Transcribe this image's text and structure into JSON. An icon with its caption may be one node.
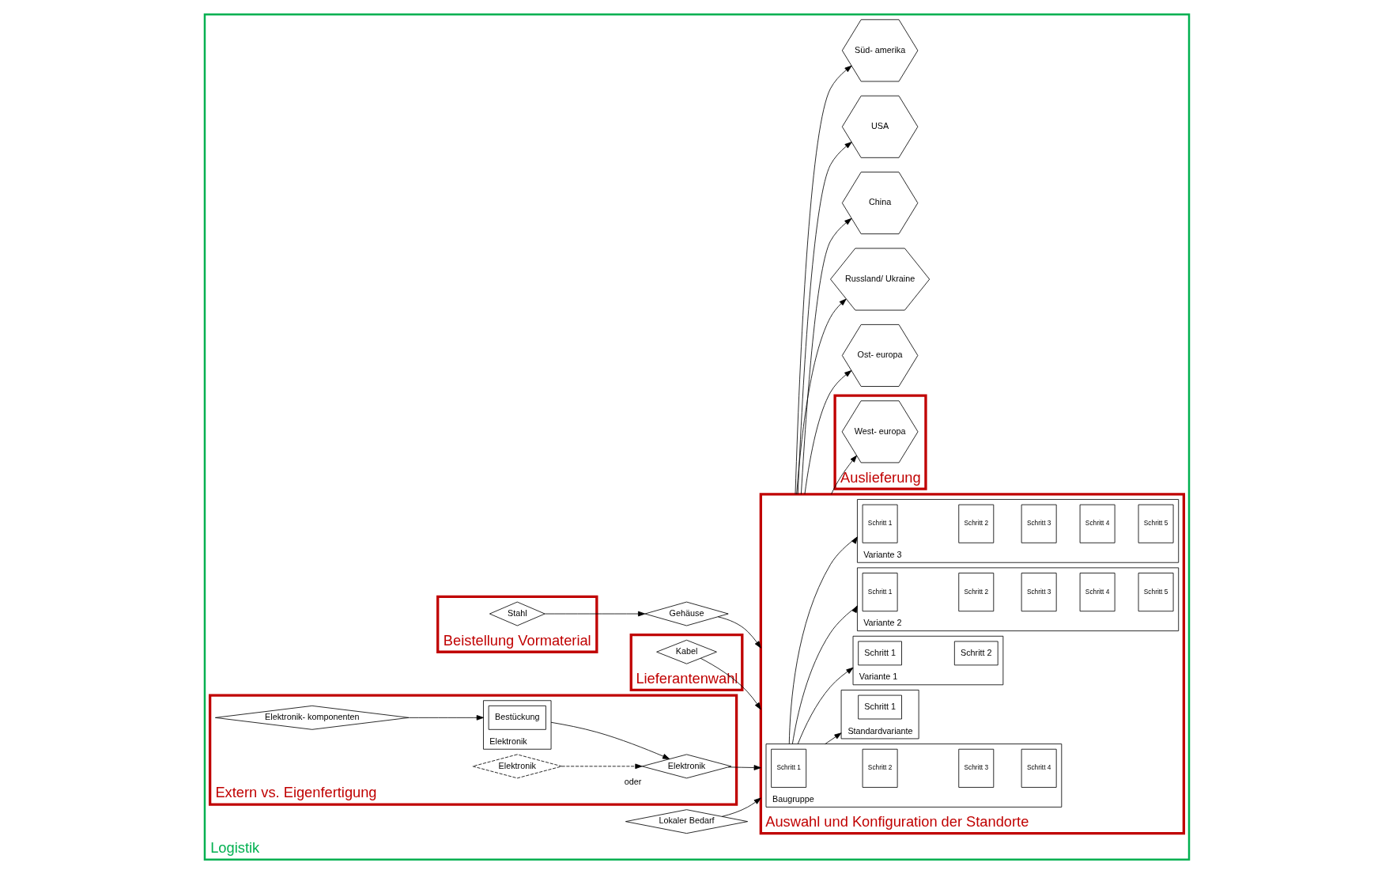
{
  "diagram": {
    "nodes": [
      {
        "text": [
          "Logistik"
        ]
      },
      {
        "text": [
          "Beistellung Vormaterial"
        ],
        "in": 0
      },
      {
        "text": [
          "Stahl"
        ],
        "in": 1
      },
      {
        "text": [
          "Gehäuse"
        ],
        "in": 0
      },
      {
        "text": [
          "Lieferantenwahl"
        ],
        "in": 0
      },
      {
        "text": [
          "Kabel"
        ],
        "in": 4
      },
      {
        "text": [
          "Extern vs. Eigenfertigung"
        ],
        "in": 0
      },
      {
        "text": [
          "Elektronik- komponenten"
        ],
        "in": 6
      },
      {
        "text": [
          "Elektronik"
        ],
        "in": 6
      },
      {
        "text": [
          "Bestückung"
        ],
        "in": 8
      },
      {
        "text": [
          "Elektronik"
        ],
        "in": 6,
        "beside": [
          "oder"
        ]
      },
      {
        "text": [
          "Elektronik"
        ],
        "in": 6
      },
      {
        "text": [
          "Lokaler Bedarf"
        ],
        "in": 0
      },
      {
        "text": [
          "Auswahl und Konfiguration der Standorte"
        ],
        "in": 0
      },
      {
        "text": [
          "Baugruppe"
        ],
        "in": 13
      },
      {
        "text": [
          "Schritt 1"
        ],
        "in": 14
      },
      {
        "text": [
          "Schritt 2"
        ],
        "in": 14
      },
      {
        "text": [
          "Schritt 3"
        ],
        "in": 14
      },
      {
        "text": [
          "Schritt 4"
        ],
        "in": 14
      },
      {
        "text": [
          "Standardvariante"
        ],
        "in": 13
      },
      {
        "text": [
          "Schritt 1"
        ],
        "in": 19
      },
      {
        "text": [
          "Variante 1"
        ],
        "in": 13
      },
      {
        "text": [
          "Schritt 1"
        ],
        "in": 21
      },
      {
        "text": [
          "Schritt 2"
        ],
        "in": 21
      },
      {
        "text": [
          "Variante 2"
        ],
        "in": 13
      },
      {
        "text": [
          "Schritt 1"
        ],
        "in": 24
      },
      {
        "text": [
          "Schritt 2"
        ],
        "in": 24
      },
      {
        "text": [
          "Schritt 3"
        ],
        "in": 24
      },
      {
        "text": [
          "Schritt 4"
        ],
        "in": 24
      },
      {
        "text": [
          "Schritt 5"
        ],
        "in": 24
      },
      {
        "text": [
          "Variante 3"
        ],
        "in": 13
      },
      {
        "text": [
          "Schritt 1"
        ],
        "in": 30
      },
      {
        "text": [
          "Schritt 2"
        ],
        "in": 30
      },
      {
        "text": [
          "Schritt 3"
        ],
        "in": 30
      },
      {
        "text": [
          "Schritt 4"
        ],
        "in": 30
      },
      {
        "text": [
          "Schritt 5"
        ],
        "in": 30
      },
      {
        "text": [
          "Auslieferung"
        ],
        "in": 0
      },
      {
        "text": [
          "West- europa"
        ],
        "in": 36
      },
      {
        "text": [
          "Ost- europa"
        ],
        "in": 0
      },
      {
        "text": [
          "Russland/ Ukraine"
        ],
        "in": 0
      },
      {
        "text": [
          "China"
        ],
        "in": 0
      },
      {
        "text": [
          "USA"
        ],
        "in": 0
      },
      {
        "text": [
          "Süd- amerika"
        ],
        "in": 0
      }
    ],
    "edges": [
      {
        "from": 2,
        "to": 3,
        "arrow": "to"
      },
      {
        "from": 3,
        "to": 13,
        "arrow": "to"
      },
      {
        "from": 5,
        "to": 13,
        "arrow": "to"
      },
      {
        "from": 7,
        "to": 8,
        "arrow": "to"
      },
      {
        "from": 8,
        "to": 10,
        "arrow": "to"
      },
      {
        "from": 11,
        "to": 10,
        "arrow": "to",
        "style": "dashed"
      },
      {
        "from": 10,
        "to": 13,
        "arrow": "to"
      },
      {
        "from": 12,
        "to": 13,
        "arrow": "to"
      },
      {
        "from": 14,
        "to": 19,
        "arrow": "to"
      },
      {
        "from": 14,
        "to": 21,
        "arrow": "to"
      },
      {
        "from": 14,
        "to": 24,
        "arrow": "to"
      },
      {
        "from": 14,
        "to": 30,
        "arrow": "to"
      },
      {
        "from": 13,
        "to": 37,
        "arrow": "to"
      },
      {
        "from": 13,
        "to": 38,
        "arrow": "to"
      },
      {
        "from": 13,
        "to": 39,
        "arrow": "to"
      },
      {
        "from": 13,
        "to": 40,
        "arrow": "to"
      },
      {
        "from": 13,
        "to": 41,
        "arrow": "to"
      },
      {
        "from": 13,
        "to": 42,
        "arrow": "to"
      }
    ]
  }
}
